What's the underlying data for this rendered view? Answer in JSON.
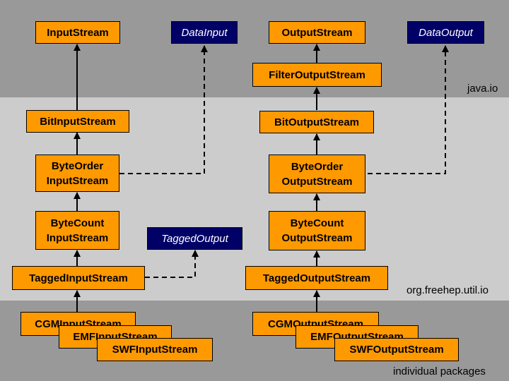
{
  "packages": {
    "java_io": "java.io",
    "freehep": "org.freehep.util.io",
    "individual": "individual packages"
  },
  "classes": {
    "input_stream": "InputStream",
    "data_input": "DataInput",
    "output_stream": "OutputStream",
    "data_output": "DataOutput",
    "filter_output_stream": "FilterOutputStream",
    "bit_input_stream": "BitInputStream",
    "bit_output_stream": "BitOutputStream",
    "byte_order_input_stream": "ByteOrder\nInputStream",
    "byte_order_output_stream": "ByteOrder\nOutputStream",
    "byte_count_input_stream": "ByteCount\nInputStream",
    "byte_count_output_stream": "ByteCount\nOutputStream",
    "tagged_output": "TaggedOutput",
    "tagged_input_stream": "TaggedInputStream",
    "tagged_output_stream": "TaggedOutputStream",
    "cgm_input_stream": "CGMInputStream",
    "emf_input_stream": "EMFInputStream",
    "swf_input_stream": "SWFInputStream",
    "cgm_output_stream": "CGMOutputStream",
    "emf_output_stream": "EMFOutputStream",
    "swf_output_stream": "SWFOutputStream"
  },
  "colors": {
    "class_fill": "#ff9900",
    "interface_fill": "#000066",
    "band_dark": "#999999",
    "band_light": "#cccccc"
  }
}
